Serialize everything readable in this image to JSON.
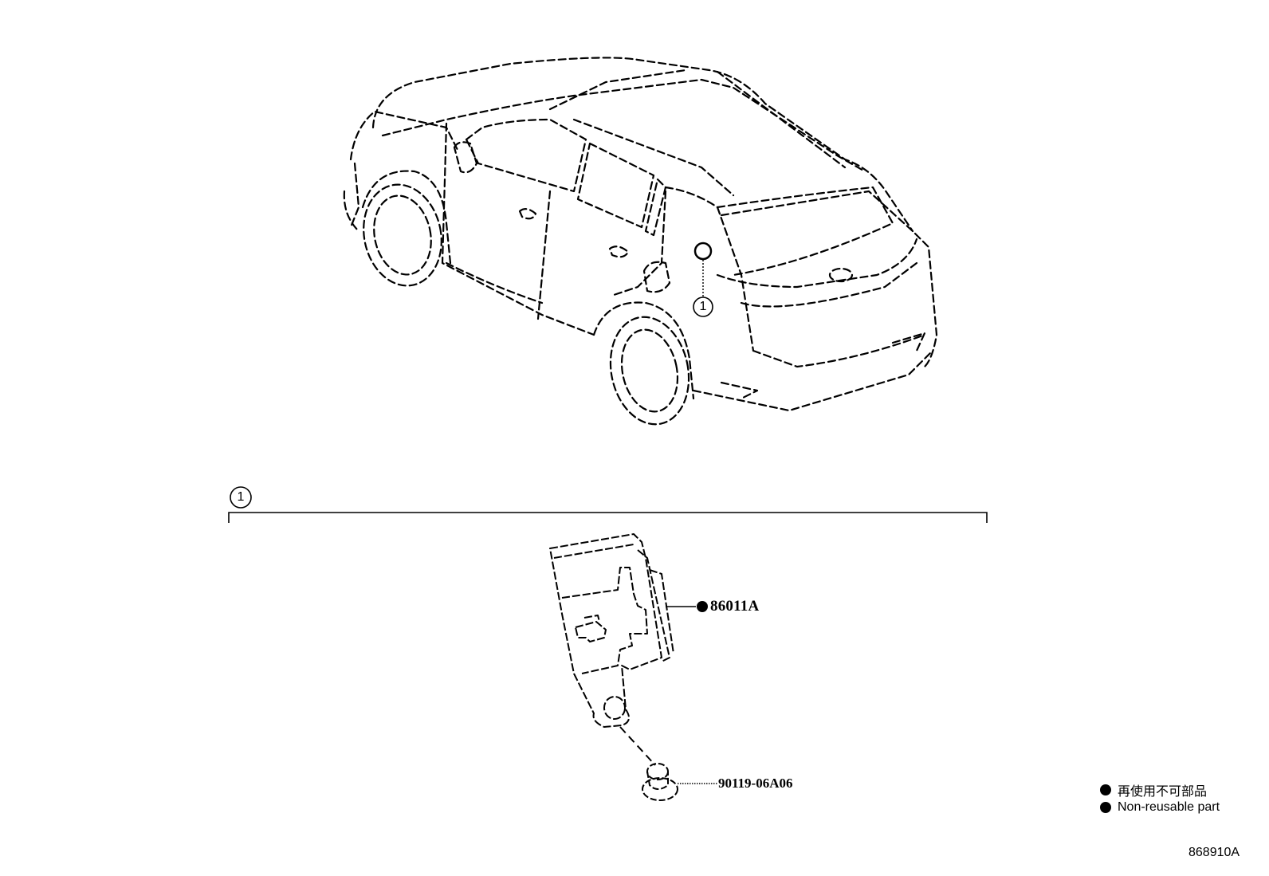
{
  "callouts": {
    "group_number": "1",
    "car_callout_number": "1"
  },
  "parts": [
    {
      "part_no": "86011A",
      "marker": "non-reusable-dot"
    },
    {
      "part_no": "90119-06A06"
    }
  ],
  "legend": {
    "items": [
      {
        "symbol": "filled-dot",
        "text": "再使用不可部品"
      },
      {
        "symbol": "filled-dot",
        "text": "Non-reusable part"
      }
    ]
  },
  "illustration_id": "868910A"
}
